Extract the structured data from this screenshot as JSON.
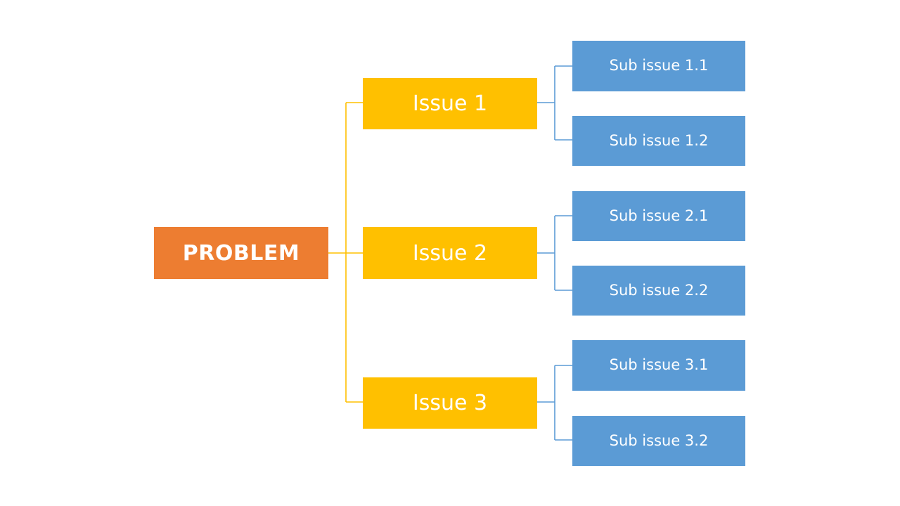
{
  "diagram": {
    "type": "problem-tree",
    "background_color": "#FFFFFF",
    "colors": {
      "root": "#ED7D31",
      "branch": "#FFC000",
      "leaf": "#5B9BD5",
      "root_connector": "#FFC000",
      "branch_connector": "#FFC000",
      "leaf_connector": "#5B9BD5",
      "text": "#FFFFFF"
    },
    "root": {
      "label": "PROBLEM"
    },
    "branches": [
      {
        "label": "Issue 1",
        "children": [
          {
            "label": "Sub issue 1.1"
          },
          {
            "label": "Sub issue 1.2"
          }
        ]
      },
      {
        "label": "Issue 2",
        "children": [
          {
            "label": "Sub issue 2.1"
          },
          {
            "label": "Sub issue 2.2"
          }
        ]
      },
      {
        "label": "Issue 3",
        "children": [
          {
            "label": "Sub issue 3.1"
          },
          {
            "label": "Sub issue 3.2"
          }
        ]
      }
    ]
  }
}
